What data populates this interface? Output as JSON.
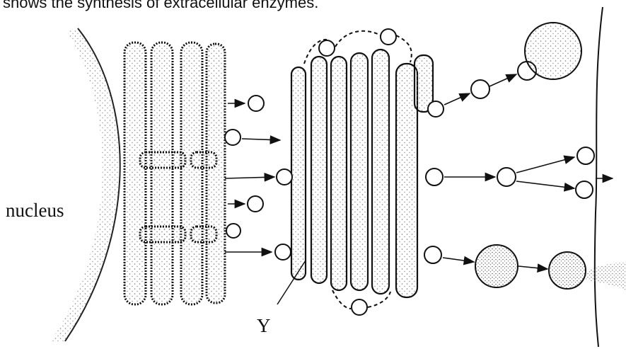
{
  "caption": "shows the synthesis of extracellular enzymes.",
  "labels": {
    "nucleus": "nucleus",
    "y": "Y"
  },
  "colors": {
    "ink": "#111111",
    "stipple": "#6b6b6b"
  }
}
